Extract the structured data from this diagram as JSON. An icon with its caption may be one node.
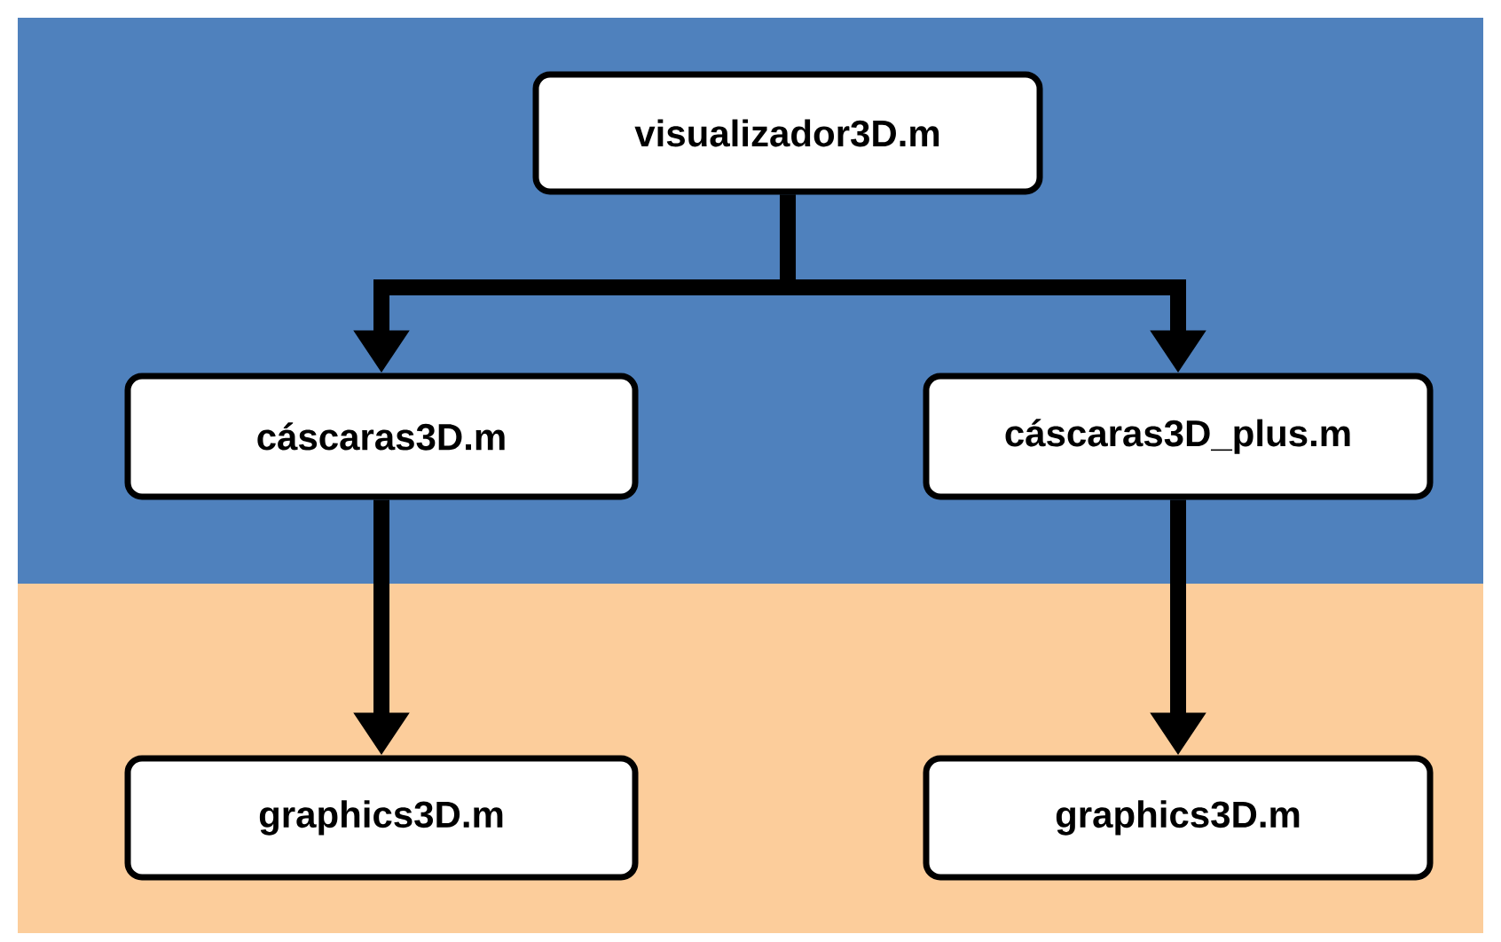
{
  "diagram": {
    "nodes": [
      {
        "text": [
          "visualizador3D.m"
        ]
      },
      {
        "text": [
          "cáscaras3D.m"
        ]
      },
      {
        "text": [
          "cáscaras3D_plus.m"
        ]
      },
      {
        "text": [
          "graphics3D.m"
        ]
      },
      {
        "text": [
          "graphics3D.m"
        ]
      }
    ],
    "edges": [
      {
        "from": 0,
        "to": 1,
        "arrow": "to"
      },
      {
        "from": 0,
        "to": 2,
        "arrow": "to"
      },
      {
        "from": 1,
        "to": 3,
        "arrow": "to"
      },
      {
        "from": 2,
        "to": 4,
        "arrow": "to"
      }
    ]
  }
}
